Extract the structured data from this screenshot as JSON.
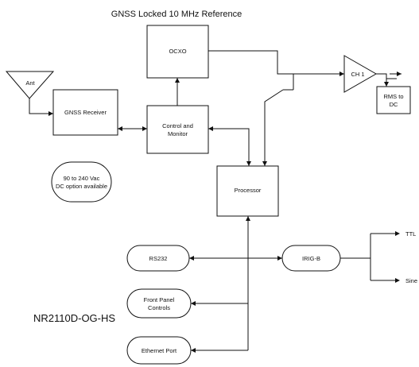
{
  "title": "GNSS Locked 10 MHz Reference",
  "model": "NR2110D-OG-HS",
  "blocks": {
    "ant": "Ant",
    "gnss_receiver": "GNSS Receiver",
    "ocxo": "OCXO",
    "control_monitor": [
      "Control and",
      "Monitor"
    ],
    "processor": "Processor",
    "ch1": "CH 1",
    "rms_to_dc": [
      "RMS to",
      "DC"
    ],
    "power": [
      "90 to 240 Vac",
      "DC option available"
    ],
    "rs232": "RS232",
    "irig_b": "IRIG-B",
    "front_panel": [
      "Front Panel",
      "Controls"
    ],
    "ethernet": "Ethernet Port"
  },
  "outputs": {
    "ttl": "TTL",
    "sine": "Sine"
  },
  "colors": {
    "line": "#111111",
    "background": "#ffffff"
  }
}
